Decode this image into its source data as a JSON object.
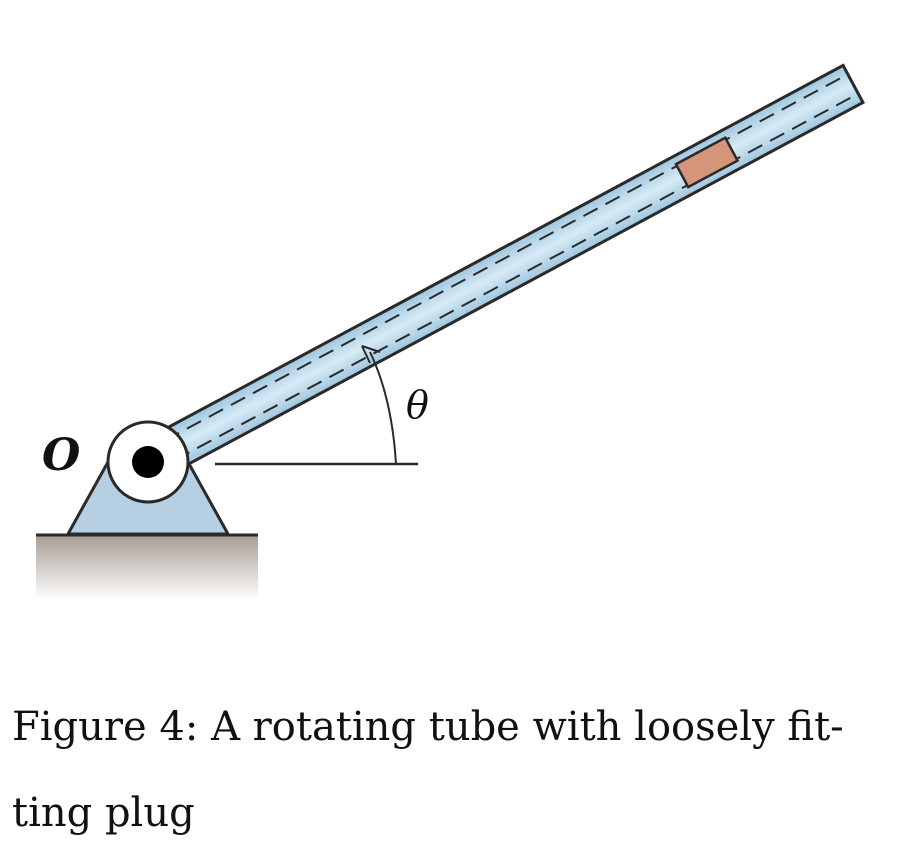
{
  "labels": {
    "origin": "O",
    "angle": "θ"
  },
  "caption": {
    "line1": "Figure 4:  A rotating tube with loosely fit-",
    "line2": "ting plug"
  },
  "colors": {
    "tube_fill": "#b8d6e8",
    "tube_highlight": "#e4f1f9",
    "support_fill": "#b7cfe2",
    "plug_fill": "#d4957a",
    "ground_top": "#a79c93",
    "ground_bottom": "#ffffff",
    "outline": "#2a2a2a"
  }
}
